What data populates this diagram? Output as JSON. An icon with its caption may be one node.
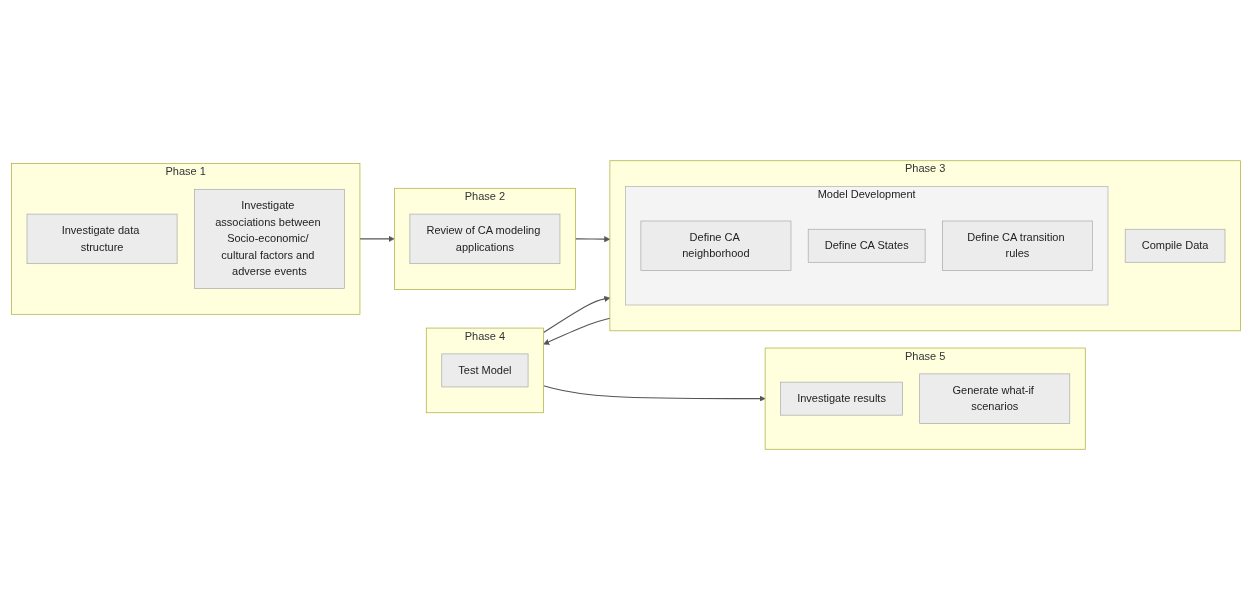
{
  "diagram": {
    "nodes": [
      {
        "text": [
          "Phase 1"
        ]
      },
      {
        "text": [
          "Investigate data structure"
        ],
        "in": 0
      },
      {
        "text": [
          "Investigate associations between Socio-economic/ cultural factors and adverse events"
        ],
        "in": 0
      },
      {
        "text": [
          "Phase 2"
        ]
      },
      {
        "text": [
          "Review of CA modeling applications"
        ],
        "in": 3
      },
      {
        "text": [
          "Phase 3"
        ]
      },
      {
        "text": [
          "Compile Data"
        ],
        "in": 5
      },
      {
        "text": [
          "Model Development"
        ],
        "in": 5
      },
      {
        "text": [
          "Define CA neighborhood"
        ],
        "in": 7
      },
      {
        "text": [
          "Define CA States"
        ],
        "in": 7
      },
      {
        "text": [
          "Define CA transition rules"
        ],
        "in": 7
      },
      {
        "text": [
          "Phase 4"
        ]
      },
      {
        "text": [
          "Test Model"
        ],
        "in": 11
      },
      {
        "text": [
          "Phase 5"
        ]
      },
      {
        "text": [
          "Investigate results"
        ],
        "in": 13
      },
      {
        "text": [
          "Generate what-if scenarios"
        ],
        "in": 13
      }
    ],
    "edges": [
      {
        "from": 0,
        "to": 3,
        "arrow": "to"
      },
      {
        "from": 3,
        "to": 5,
        "arrow": "to"
      },
      {
        "from": 5,
        "to": 11,
        "arrow": "to"
      },
      {
        "from": 11,
        "to": 13,
        "arrow": "to"
      },
      {
        "from": 11,
        "to": 5,
        "arrow": "to"
      }
    ]
  }
}
